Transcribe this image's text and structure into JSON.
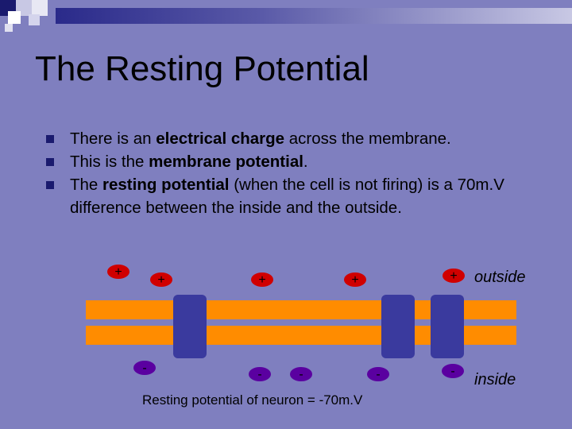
{
  "slide": {
    "title": "The Resting Potential",
    "bullets": [
      {
        "parts": [
          {
            "text": "There is an ",
            "bold": false
          },
          {
            "text": "electrical charge",
            "bold": true
          },
          {
            "text": " across the membrane.",
            "bold": false
          }
        ]
      },
      {
        "parts": [
          {
            "text": "This is the ",
            "bold": false
          },
          {
            "text": "membrane potential",
            "bold": true
          },
          {
            "text": ".",
            "bold": false
          }
        ]
      },
      {
        "parts": [
          {
            "text": "The ",
            "bold": false
          },
          {
            "text": "resting potential",
            "bold": true
          },
          {
            "text": " (when the cell is not firing) is a 70m.V difference between the inside and the outside.",
            "bold": false
          }
        ]
      }
    ]
  },
  "diagram": {
    "outside_label": "outside",
    "inside_label": "inside",
    "caption": "Resting potential of neuron = -70m.V",
    "positive_sign": "+",
    "negative_sign": "-",
    "colors": {
      "membrane": "#ff8c00",
      "channel": "#3a3a9e",
      "positive_ion": "#d00000",
      "negative_ion": "#5a00a0"
    }
  }
}
